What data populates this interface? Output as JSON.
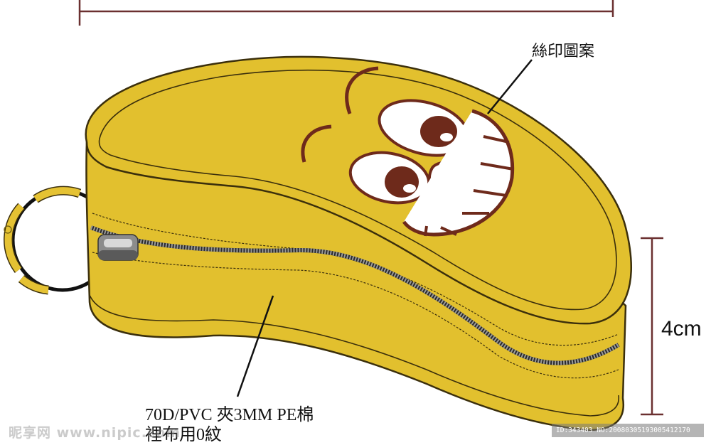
{
  "labels": {
    "print_pattern": "絲印圖案",
    "height_dimension": "4cm",
    "material_line1": "70D/PVC 夾3MM PE棉",
    "material_line2": "裡布用0紋"
  },
  "watermarks": {
    "site": "昵享网 www.nipic.com",
    "image_id": "ID:343403 NO:20080305193005412170"
  },
  "colors": {
    "case_yellow": "#E2C02E",
    "outline_dark": "#3B2F0C",
    "face_brown": "#6E2A1B",
    "dimension_line": "#6B3030",
    "zipper": "#2A2A2A",
    "ring_yellow": "#E5C233"
  },
  "icons": {
    "zipper_pull": "zipper-pull-icon",
    "key_ring": "key-ring-icon"
  }
}
